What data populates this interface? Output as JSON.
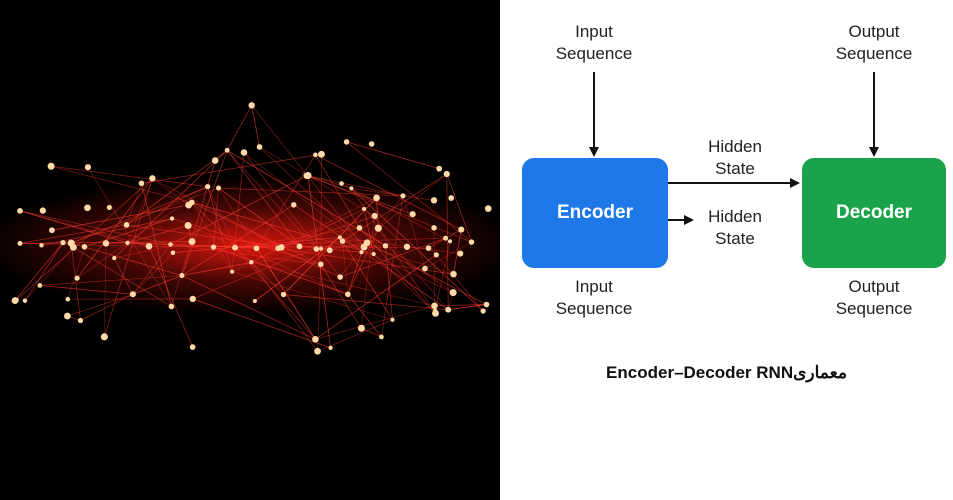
{
  "illustration": {
    "description_icon": "neural-network-glow",
    "background": "#000000",
    "node_color": "#ffd9a8",
    "edge_color": "#ff3b30",
    "glow_color": "#ff1a0f"
  },
  "diagram": {
    "encoder": {
      "label": "Encoder",
      "color": "#1e78e8"
    },
    "decoder": {
      "label": "Decoder",
      "color": "#1aa34a"
    },
    "top_left_label": [
      "Input",
      "Sequence"
    ],
    "top_right_label": [
      "Output",
      "Sequence"
    ],
    "hidden_state_1": [
      "Hidden",
      "State"
    ],
    "hidden_state_2": [
      "Hidden",
      "State"
    ],
    "bottom_left_label": [
      "Input",
      "Sequence"
    ],
    "bottom_right_label": [
      "Output",
      "Sequence"
    ],
    "caption": "Encoder–Decoder RNNمعماری"
  }
}
